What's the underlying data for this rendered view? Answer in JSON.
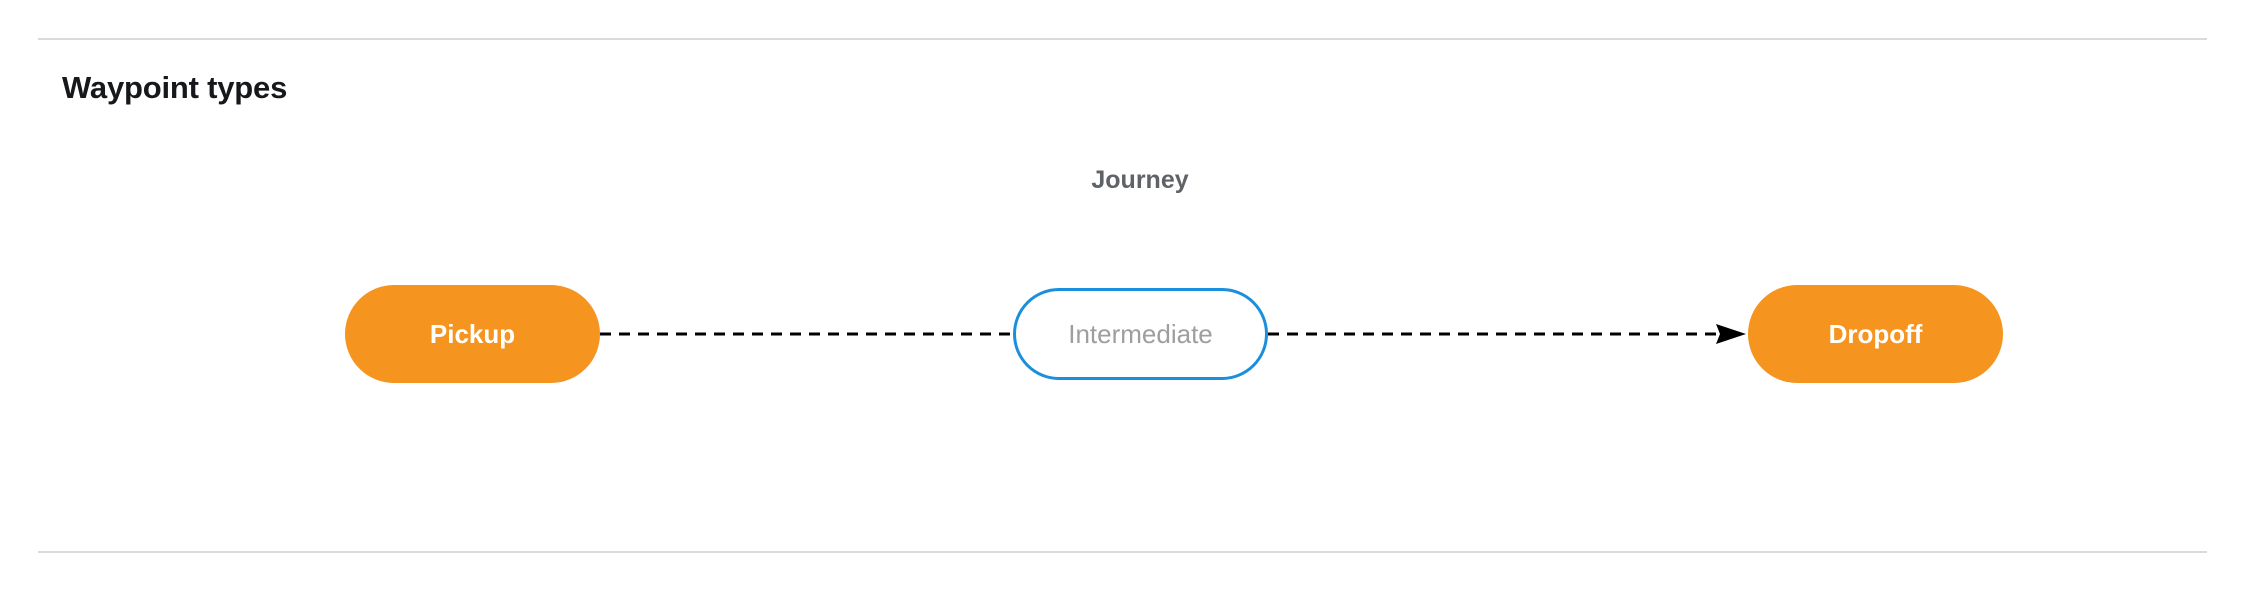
{
  "page": {
    "title": "Waypoint types"
  },
  "diagram": {
    "group_label": "Journey",
    "nodes": [
      {
        "id": "pickup",
        "label": "Pickup",
        "type": "terminal",
        "fill": "#f5941f",
        "text_color": "#ffffff"
      },
      {
        "id": "intermediate",
        "label": "Intermediate",
        "type": "intermediate",
        "fill": "#ffffff",
        "border_color": "#1a8fdd",
        "text_color": "#9e9e9e"
      },
      {
        "id": "dropoff",
        "label": "Dropoff",
        "type": "terminal",
        "fill": "#f5941f",
        "text_color": "#ffffff"
      }
    ],
    "edges": [
      {
        "id": "pickup-to-intermediate",
        "from": "pickup",
        "to": "intermediate",
        "style": "dashed",
        "color": "#000000",
        "arrowhead": false
      },
      {
        "id": "intermediate-to-dropoff",
        "from": "intermediate",
        "to": "dropoff",
        "style": "dashed",
        "color": "#000000",
        "arrowhead": true
      }
    ]
  },
  "colors": {
    "terminal_orange": "#f5941f",
    "intermediate_blue": "#1a8fdd",
    "label_gray": "#5f6368",
    "rule_gray": "#d9dadc"
  }
}
